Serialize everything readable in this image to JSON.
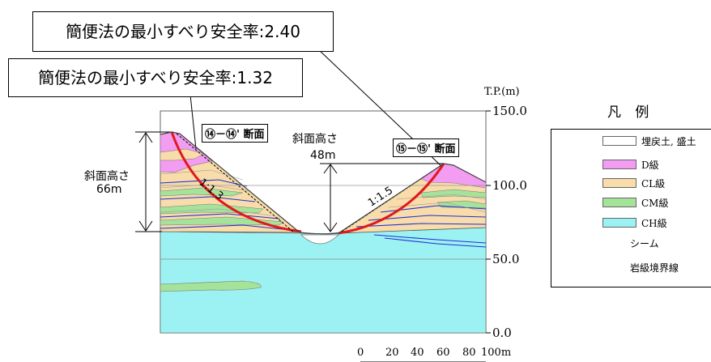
{
  "callouts": {
    "top": "簡便法の最小すべり安全率:2.40",
    "second": "簡便法の最小すべり安全率:1.32"
  },
  "section_labels": {
    "left": "⑭－⑭' 断面",
    "right": "⑮－⑮' 断面"
  },
  "height_labels": {
    "left_title": "斜面高さ",
    "left_value": "66m",
    "right_title": "斜面高さ",
    "right_value": "48m"
  },
  "slope_labels": {
    "left": "1:1.3",
    "right": "1:1.5"
  },
  "axis": {
    "unit": "T.P.(m)",
    "ticks": [
      "150.0",
      "100.0",
      "50.0",
      "0.0"
    ]
  },
  "scale_bar": {
    "ticks": [
      "0",
      "20",
      "40",
      "60",
      "80",
      "100m"
    ]
  },
  "legend": {
    "title": "凡 例",
    "items": [
      {
        "label": "埋戻土, 盛土",
        "color": "#ffffff",
        "icon": "fill-swatch"
      },
      {
        "label": "D級",
        "color": "#f29cf2",
        "icon": "d-class-swatch"
      },
      {
        "label": "CL級",
        "color": "#f8dcaa",
        "icon": "cl-class-swatch"
      },
      {
        "label": "CM級",
        "color": "#a6e39a",
        "icon": "cm-class-swatch"
      },
      {
        "label": "CH級",
        "color": "#9cf2f2",
        "icon": "ch-class-swatch"
      },
      {
        "label": "シーム",
        "color": "#1f2fd6",
        "icon": "seam-line-icon"
      },
      {
        "label": "岩級境界線",
        "color": "#888888",
        "icon": "rock-boundary-line-icon"
      }
    ]
  },
  "colors": {
    "ch": "#9cf2f2",
    "cl": "#f8dcaa",
    "cm": "#a6e39a",
    "d": "#f29cf2",
    "seam": "#1f2fd6",
    "slip": "#e01a1a"
  }
}
